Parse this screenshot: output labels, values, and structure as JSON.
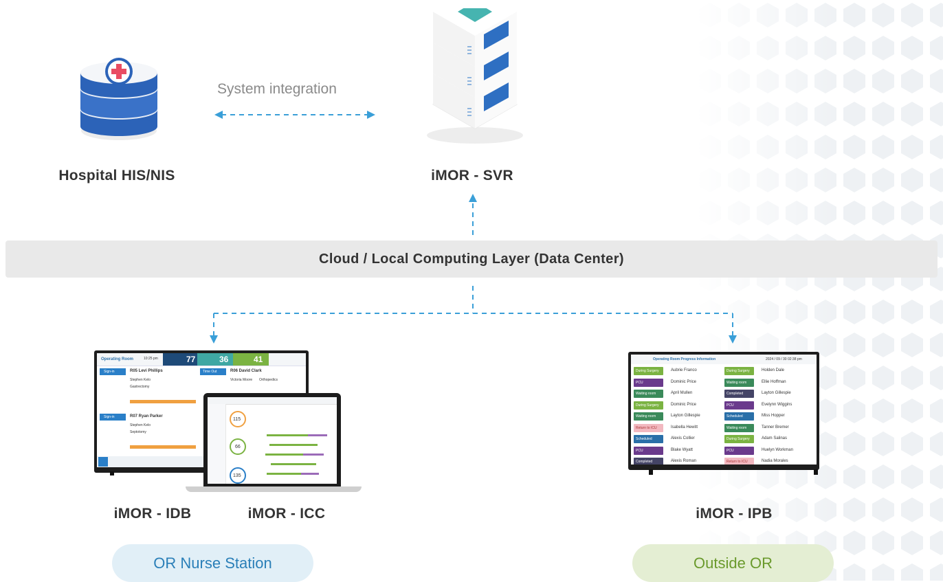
{
  "nodes": {
    "his": {
      "label": "Hospital HIS/NIS"
    },
    "svr": {
      "label": "iMOR - SVR"
    },
    "integration": {
      "label": "System integration"
    },
    "layer": {
      "label": "Cloud / Local Computing Layer  (Data Center)"
    },
    "idb": {
      "label": "iMOR - IDB"
    },
    "icc": {
      "label": "iMOR - ICC"
    },
    "ipb": {
      "label": "iMOR - IPB"
    }
  },
  "groups": {
    "nurse_station": {
      "label": "OR Nurse Station",
      "color": "#2a7fb8",
      "bg": "#e1eff7"
    },
    "outside_or": {
      "label": "Outside OR",
      "color": "#6a9a2c",
      "bg": "#e4eed3"
    }
  },
  "colors": {
    "connector": "#3a9fd8",
    "layer_bg": "#e9e9e9"
  },
  "idb_screen": {
    "title": "Operating Room",
    "time": "10:25 pm",
    "stat1": "77",
    "stat2": "36",
    "stat3": "41",
    "room1": "R05 Levi Phillips",
    "room1_field": "Stephen Kelo",
    "room1_proc": "Gastrectomy",
    "room2": "R06 David Clark",
    "room2_field": "Victoria Moore",
    "room2_dept": "Orthopedics",
    "room3": "R07 Ryan Parker",
    "room3_field": "Stephen Kelo",
    "room3_proc": "Septotomy",
    "badge1": "Sign-in",
    "badge2": "Time Out",
    "badge3": "Sign-in"
  },
  "icc_screen": {
    "gauge1": "115",
    "gauge2": "66",
    "gauge3": "135"
  },
  "ipb_screen": {
    "title": "Operating Room Progress Information",
    "datetime": "2024 / 09 / 30   02:38 pm",
    "left_rows": [
      {
        "status": "During Surgery",
        "color": "#7bb342",
        "name": "Aubrie Franco"
      },
      {
        "status": "PCU",
        "color": "#6a3a8c",
        "name": "Dominic Price"
      },
      {
        "status": "Waiting room",
        "color": "#3a8a5a",
        "name": "April Mullen"
      },
      {
        "status": "During Surgery",
        "color": "#7bb342",
        "name": "Dominic Price"
      },
      {
        "status": "Waiting room",
        "color": "#3a8a5a",
        "name": "Layton Gillespie"
      },
      {
        "status": "Return to ICU",
        "color": "#f2b8c0",
        "name": "Isabella Hewitt"
      },
      {
        "status": "Scheduled",
        "color": "#2a6fa8",
        "name": "Alexis Collier"
      },
      {
        "status": "PCU",
        "color": "#6a3a8c",
        "name": "Blake Wyatt"
      },
      {
        "status": "Completed",
        "color": "#444466",
        "name": "Alexis Roman"
      }
    ],
    "right_rows": [
      {
        "status": "During Surgery",
        "color": "#7bb342",
        "name": "Holden Dale"
      },
      {
        "status": "Waiting room",
        "color": "#3a8a5a",
        "name": "Ellie Hoffman"
      },
      {
        "status": "Completed",
        "color": "#444466",
        "name": "Layton Gillespie"
      },
      {
        "status": "PCU",
        "color": "#6a3a8c",
        "name": "Evelynn Wiggins"
      },
      {
        "status": "Scheduled",
        "color": "#2a6fa8",
        "name": "Miss Hopper"
      },
      {
        "status": "Waiting room",
        "color": "#3a8a5a",
        "name": "Tanner Bremer"
      },
      {
        "status": "During Surgery",
        "color": "#7bb342",
        "name": "Adam Salinas"
      },
      {
        "status": "PCU",
        "color": "#6a3a8c",
        "name": "Huelyn Workman"
      },
      {
        "status": "Return to ICU",
        "color": "#f2b8c0",
        "name": "Nadia Morales"
      }
    ]
  }
}
